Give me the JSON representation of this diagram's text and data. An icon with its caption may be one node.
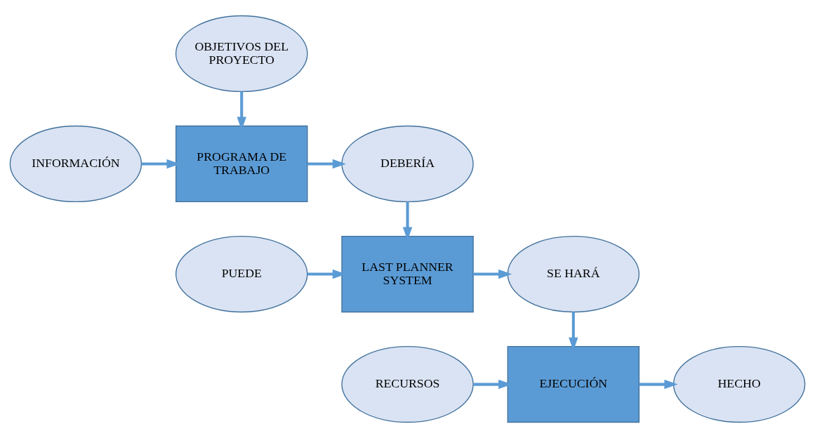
{
  "diagram": {
    "nodes": [
      {
        "text": [
          "OBJETIVOS DEL PROYECTO"
        ]
      },
      {
        "text": [
          "INFORMACIÓN"
        ]
      },
      {
        "text": [
          "PROGRAMA DE TRABAJO"
        ]
      },
      {
        "text": [
          "DEBERÍA"
        ]
      },
      {
        "text": [
          "PUEDE"
        ]
      },
      {
        "text": [
          "LAST PLANNER SYSTEM"
        ]
      },
      {
        "text": [
          "SE HARÁ"
        ]
      },
      {
        "text": [
          "RECURSOS"
        ]
      },
      {
        "text": [
          "EJECUCIÓN"
        ]
      },
      {
        "text": [
          "HECHO"
        ]
      }
    ],
    "edges": [
      {
        "from": 0,
        "to": 2,
        "arrow": "to"
      },
      {
        "from": 1,
        "to": 2,
        "arrow": "to"
      },
      {
        "from": 2,
        "to": 3,
        "arrow": "to"
      },
      {
        "from": 3,
        "to": 5,
        "arrow": "to"
      },
      {
        "from": 4,
        "to": 5,
        "arrow": "to"
      },
      {
        "from": 5,
        "to": 6,
        "arrow": "to"
      },
      {
        "from": 6,
        "to": 8,
        "arrow": "to"
      },
      {
        "from": 7,
        "to": 8,
        "arrow": "to"
      },
      {
        "from": 8,
        "to": 9,
        "arrow": "to"
      }
    ]
  }
}
